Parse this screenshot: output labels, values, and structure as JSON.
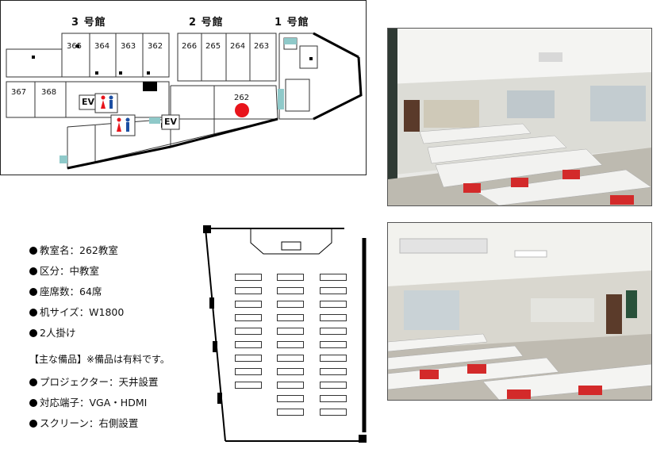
{
  "floor_map": {
    "buildings": [
      {
        "label": "3 号館"
      },
      {
        "label": "2 号館"
      },
      {
        "label": "1 号館"
      }
    ],
    "rooms": [
      "365",
      "364",
      "363",
      "362",
      "266",
      "265",
      "264",
      "263",
      "367",
      "368",
      "262"
    ],
    "ev_labels": [
      "EV",
      "EV"
    ],
    "highlight_color": "#e8141b",
    "restroom_colors": {
      "female": "#e8141b",
      "male": "#1d4fa3"
    }
  },
  "info": {
    "items": [
      "教室名：262教室",
      "区分：中教室",
      "座席数：64席",
      "机サイズ：W1800",
      "2人掛け"
    ],
    "equipment_heading": "【主な備品】※備品は有料です。",
    "equipment": [
      "プロジェクター：天井設置",
      "対応端子：VGA・HDMI",
      "スクリーン：右側設置"
    ]
  },
  "layout_plan": {
    "desk_columns": 3,
    "desks_per_column": [
      9,
      11,
      11
    ]
  }
}
